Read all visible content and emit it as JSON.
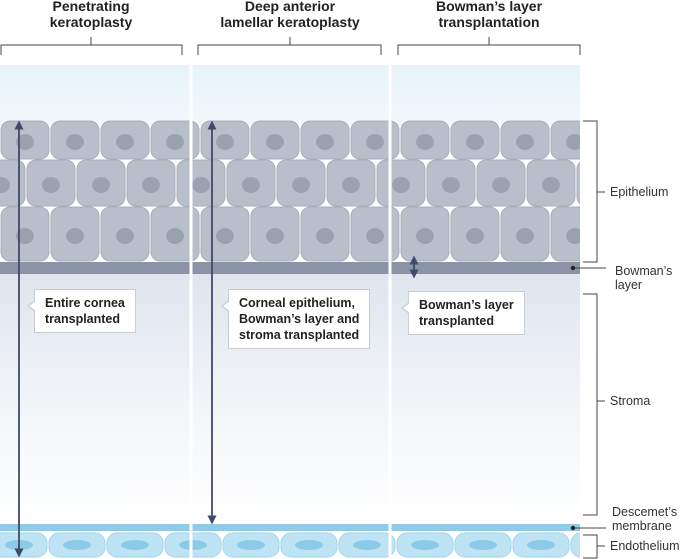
{
  "columns": [
    {
      "title_line1": "Penetrating",
      "title_line2": "keratoplasty",
      "callout_line1": "Entire cornea",
      "callout_line2": "transplanted",
      "callout_line3": ""
    },
    {
      "title_line1": "Deep anterior",
      "title_line2": "lamellar keratoplasty",
      "callout_line1": "Corneal epithelium,",
      "callout_line2": "Bowman’s layer and",
      "callout_line3": "stroma transplanted"
    },
    {
      "title_line1": "Bowman’s layer",
      "title_line2": "transplantation",
      "callout_line1": "Bowman’s layer",
      "callout_line2": "transplanted",
      "callout_line3": ""
    }
  ],
  "layers": {
    "epithelium": "Epithelium",
    "bowman_line1": "Bowman’s",
    "bowman_line2": "layer",
    "stroma": "Stroma",
    "descemet_line1": "Descemet’s",
    "descemet_line2": "membrane",
    "endothelium": "Endothelium"
  },
  "colors": {
    "epithelial_cell": "#b9bfca",
    "epithelial_nucleus": "#9aa2b0",
    "bowman_layer": "#8a94a6",
    "stroma_top": "#e4eaf1",
    "tear_film": "#dff1f8",
    "descemet_membrane": "#8fcbe6",
    "endothelial_cell": "#bde3f4",
    "endothelial_nucleus": "#8ccbe8",
    "arrow": "#3f4a6a"
  }
}
